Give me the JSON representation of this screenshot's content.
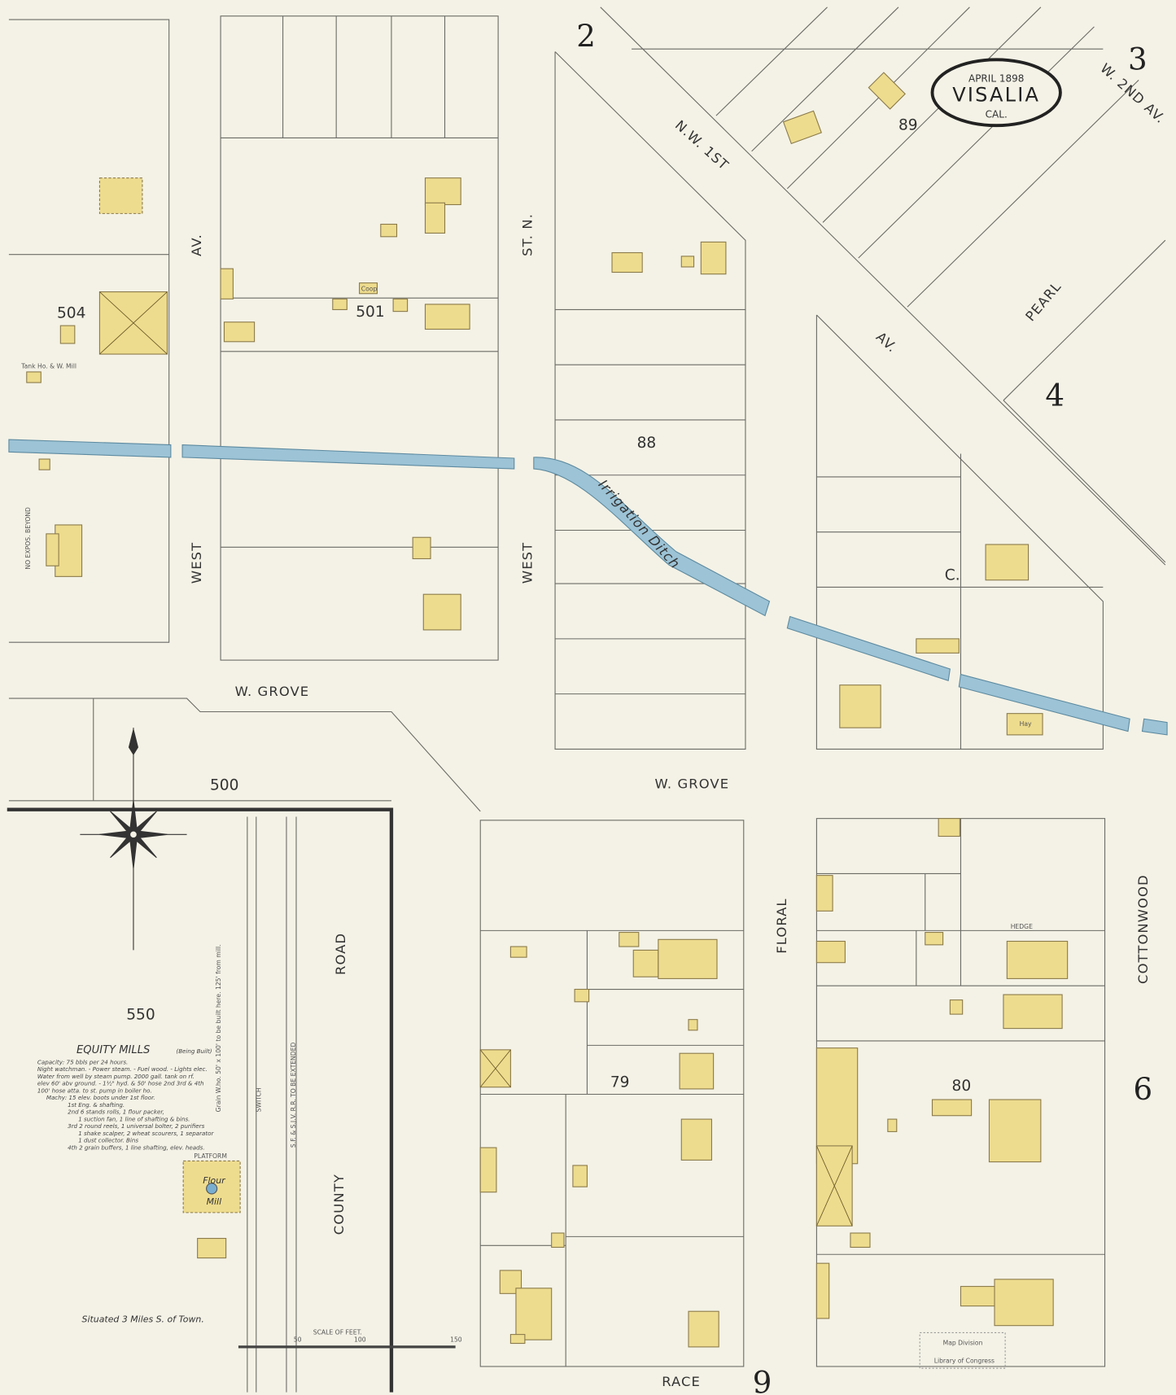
{
  "title": {
    "date": "April 1898",
    "city": "Visalia",
    "state": "Cal."
  },
  "sheet_number": "3",
  "adjoining_sheets": [
    "2",
    "4",
    "6",
    "9"
  ],
  "blocks": [
    "504",
    "501",
    "88",
    "89",
    "500",
    "550",
    "79",
    "80",
    "C."
  ],
  "streets": {
    "w_grove_1": "W. Grove",
    "w_grove_2": "W. Grove",
    "west_av_1": "Av.",
    "west_av_2": "West",
    "west_st_1": "St. N.",
    "west_st_2": "West",
    "nw_1st": "N.W. 1st",
    "pearl_1": "Pearl",
    "pearl_2": "Av.",
    "w_2nd_av": "W. 2nd Av.",
    "floral": "Floral",
    "cottonwood": "Cottonwood",
    "county": "County",
    "road": "Road",
    "race": "Race",
    "railroad": "S.F. & S.J.V. R.R.  To be extended",
    "switch": "Switch"
  },
  "water": {
    "ditch": "Irrigation Ditch"
  },
  "mill": {
    "title": "Equity Mills",
    "subtitle": "(Being Built)",
    "notes": [
      "Capacity: 75 bbls per 24 hours.",
      "Night watchman. - Power steam. - Fuel wood. - Lights elec.",
      "Water from well by steam pump. 2000 gall. tank on rf.",
      "elev 60' abv ground. - 1½\" hyd. & 50' hose 2nd 3rd & 4th",
      "100' hose atta. to st. pump in boiler ho.",
      "Machy: 15 elev. boots under 1st floor.",
      "1st Eng. & shafting.",
      "2nd 6 stands rolls, 1 flour packer,",
      "1 suction fan, 1 line of shafting & bins.",
      "3rd 2 round reels, 1 universal bolter, 2 purifiers",
      "1 shake scalper, 2 wheat scourers, 1 separator",
      "1 dust collector. Bins",
      "4th 2 grain buffers, 1 line shafting, elev. heads."
    ],
    "building": [
      "Flour",
      "Mill"
    ],
    "platform": "Platform",
    "tank_note": "Grain W.ho. 50' x 100' to be built here. 125' from mill.",
    "location": "Situated 3 Miles S. of Town."
  },
  "scale": {
    "label": "Scale of Feet.",
    "ticks": [
      "50",
      "100",
      "150"
    ]
  },
  "labels": {
    "no_exposure": "No Expos. Beyond",
    "hay": "Hay",
    "coop": "Coop",
    "hedge": "Hedge",
    "tank": "Tank Ho. & W. Mill"
  },
  "stamp": [
    "Map Division",
    "Library of Congress"
  ],
  "colors": {
    "paper": "#f4f2e6",
    "building": "#eedc8e",
    "water": "#9cc3d6",
    "ink": "#333333"
  }
}
